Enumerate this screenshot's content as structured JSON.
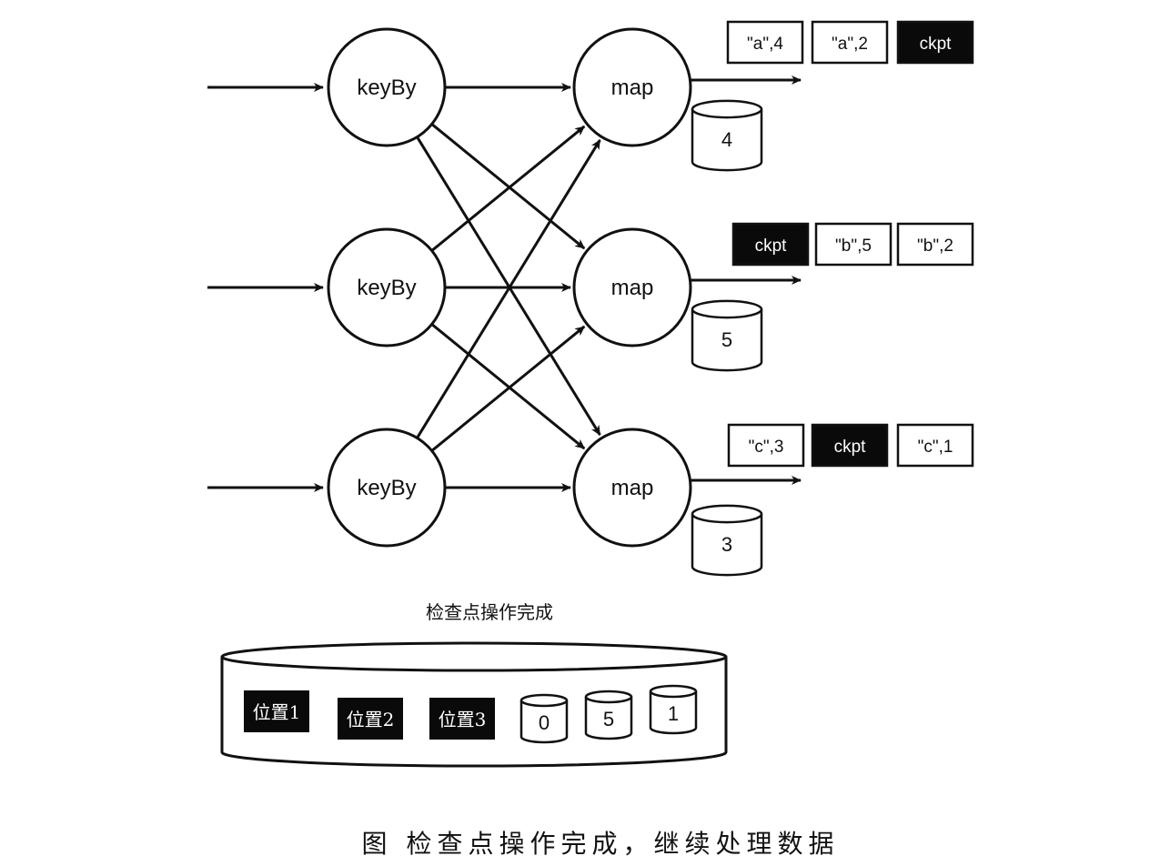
{
  "nodes": {
    "keyby_label": "keyBy",
    "map_label": "map"
  },
  "map_states": [
    "4",
    "5",
    "3"
  ],
  "output_streams": [
    [
      {
        "text": "\"a\",4",
        "dark": false
      },
      {
        "text": "\"a\",2",
        "dark": false
      },
      {
        "text": "ckpt",
        "dark": true
      }
    ],
    [
      {
        "text": "ckpt",
        "dark": true
      },
      {
        "text": "\"b\",5",
        "dark": false
      },
      {
        "text": "\"b\",2",
        "dark": false
      }
    ],
    [
      {
        "text": "\"c\",3",
        "dark": false
      },
      {
        "text": "ckpt",
        "dark": true
      },
      {
        "text": "\"c\",1",
        "dark": false
      }
    ]
  ],
  "storage": {
    "label": "检查点操作完成",
    "positions": [
      "位置1",
      "位置2",
      "位置3"
    ],
    "states": [
      "0",
      "5",
      "1"
    ]
  },
  "caption": "图 检查点操作完成，继续处理数据",
  "colors": {
    "line": "#111111",
    "dark_box": "#0a0a0a",
    "light_box": "#ffffff"
  }
}
